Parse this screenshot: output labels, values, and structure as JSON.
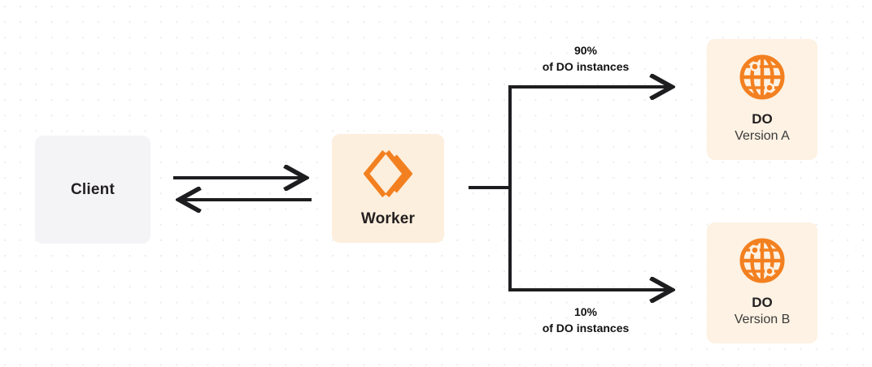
{
  "diagram": {
    "type": "architecture-flow",
    "background": "dotted-grid",
    "colors": {
      "canvas": "#ffffff",
      "dot_grid": "#ececed",
      "client_box": "#f4f4f6",
      "worker_box": "#fdefdd",
      "do_box": "#fdf2e3",
      "accent_orange": "#f38020",
      "text_dark": "#231f20",
      "connector": "#1d1d1f"
    },
    "nodes": [
      {
        "id": "client",
        "label": "Client",
        "icon": null
      },
      {
        "id": "worker",
        "label": "Worker",
        "icon": "cloudflare-workers-icon"
      },
      {
        "id": "do-a",
        "title": "DO",
        "subtitle": "Version A",
        "icon": "durable-object-globe-icon"
      },
      {
        "id": "do-b",
        "title": "DO",
        "subtitle": "Version B",
        "icon": "durable-object-globe-icon"
      }
    ],
    "edges": [
      {
        "id": "client-to-worker",
        "from": "client",
        "to": "worker",
        "direction": "right",
        "label": ""
      },
      {
        "id": "worker-to-client",
        "from": "worker",
        "to": "client",
        "direction": "left",
        "label": ""
      },
      {
        "id": "worker-to-do-a",
        "from": "worker",
        "to": "do-a",
        "percent": "90%",
        "caption": "of DO instances"
      },
      {
        "id": "worker-to-do-b",
        "from": "worker",
        "to": "do-b",
        "percent": "10%",
        "caption": "of DO instances"
      }
    ]
  }
}
